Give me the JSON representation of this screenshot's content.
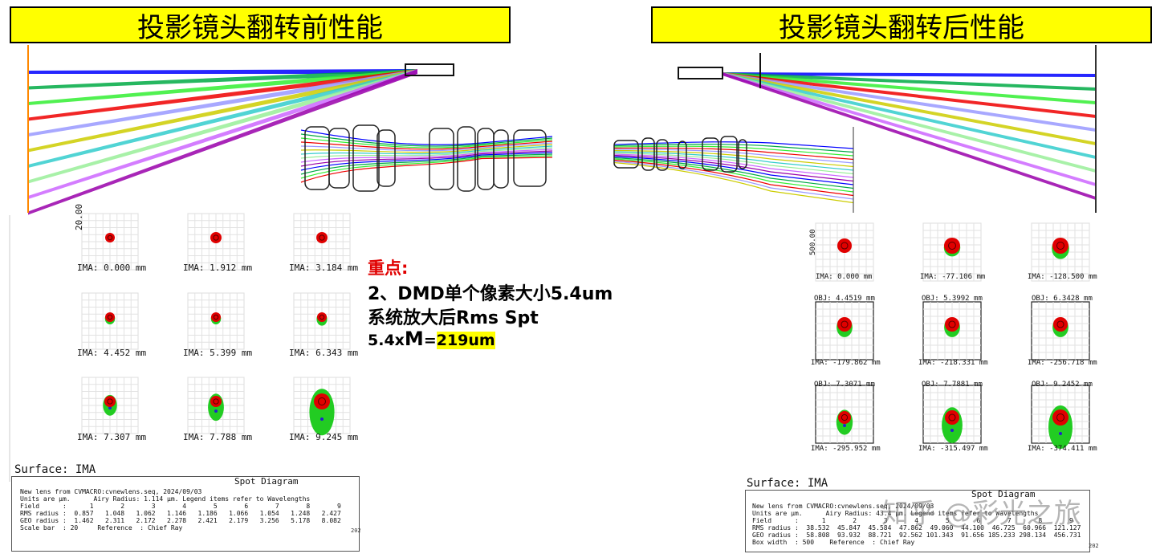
{
  "titles": {
    "left": "投影镜头翻转前性能",
    "right": "投影镜头翻转后性能"
  },
  "colors": {
    "banner": "#ffff00",
    "note_head": "#e00000",
    "highlight": "#ffff00",
    "spot_red": "#e00000",
    "spot_green": "#22cc22",
    "spot_blue": "#2222cc"
  },
  "note": {
    "head": "重点:",
    "line1": "2、DMD单个像素大小5.4um",
    "line2": "系统放大后Rms Spt",
    "line3_prefix": "5.4x",
    "line3_m": "M",
    "line3_eq": "=",
    "line3_value": "219um"
  },
  "left_spots": {
    "scale_label": "20.00",
    "labels": [
      "IMA: 0.000 mm",
      "IMA: 1.912 mm",
      "IMA: 3.184 mm",
      "IMA: 4.452 mm",
      "IMA: 5.399 mm",
      "IMA: 6.343 mm",
      "IMA: 7.307 mm",
      "IMA: 7.788 mm",
      "IMA: 9.245 mm"
    ],
    "surface": "Surface: IMA",
    "table": {
      "title": "Spot Diagram",
      "l1": "New lens from CVMACRO:cvnewlens.seq, 2024/09/03",
      "l2": "Units are µm.      Airy Radius: 1.114 µm. Legend items refer to Wavelengths",
      "l3": "Field      :      1       2       3       4       5       6       7       8       9",
      "l4": "RMS radius :  0.857   1.048   1.062   1.146   1.186   1.066   1.054   1.248   2.427",
      "l5": "GEO radius :  1.462   2.311   2.172   2.278   2.421   2.179   3.256   5.178   8.082",
      "l6": "Scale bar  : 20     Reference  : Chief Ray",
      "corner": "202"
    }
  },
  "right_spots": {
    "scale_label": "500.00",
    "labels": [
      "IMA: 0.000 mm",
      "IMA: -77.106 mm",
      "IMA: -128.500 mm",
      "IMA: -179.862 mm",
      "IMA: -218.331 mm",
      "IMA: -256.718 mm",
      "IMA: -295.952 mm",
      "IMA: -315.497 mm",
      "IMA: -374.411 mm"
    ],
    "obj_labels": [
      "OBJ: 4.4519 mm",
      "OBJ: 5.3992 mm",
      "OBJ: 6.3428 mm",
      "OBJ: 7.3071 mm",
      "OBJ: 7.7881 mm",
      "OBJ: 9.2452 mm"
    ],
    "surface": "Surface: IMA",
    "table": {
      "title": "Spot Diagram",
      "l1": "New lens from CVMACRO:cvnewlens.seq, 2024/09/03",
      "l2": "Units are µm.      Airy Radius: 43.4 µm. Legend items refer to Wavelengths",
      "l3": "Field      :      1       2       3       4       5       6       7       8       9",
      "l4": "RMS radius :  38.532  45.847  45.584  47.862  49.060  44.100  46.725  60.966  121.127",
      "l5": "GEO radius :  58.808  93.932  88.721  92.562 101.343  91.656 185.233 298.134  456.731",
      "l6": "Box width  : 500    Reference  : Chief Ray",
      "corner": "202"
    }
  },
  "watermark": "知乎 @彩光之旅"
}
